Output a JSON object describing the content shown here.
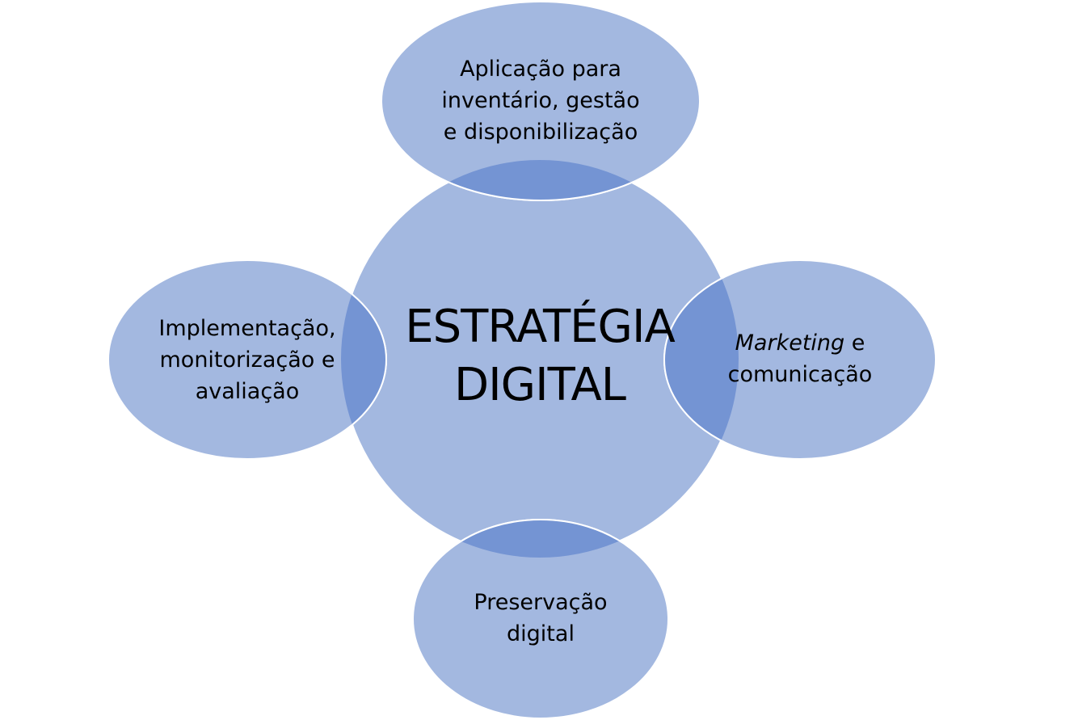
{
  "colors": {
    "fill": "#a3b8e0",
    "overlap": "#7494d3",
    "stroke": "#ffffff"
  },
  "center": {
    "line1": "ESTRATÉGIA",
    "line2": "DIGITAL"
  },
  "nodes": {
    "top": {
      "line1": "Aplicação para",
      "line2": "inventário, gestão",
      "line3": "e disponibilização"
    },
    "left": {
      "line1": "Implementação,",
      "line2": "monitorização e",
      "line3": "avaliação"
    },
    "right": {
      "line1_italic": "Marketing",
      "line1_rest": " e",
      "line2": "comunicação"
    },
    "bottom": {
      "line1": "Preservação",
      "line2": "digital"
    }
  }
}
